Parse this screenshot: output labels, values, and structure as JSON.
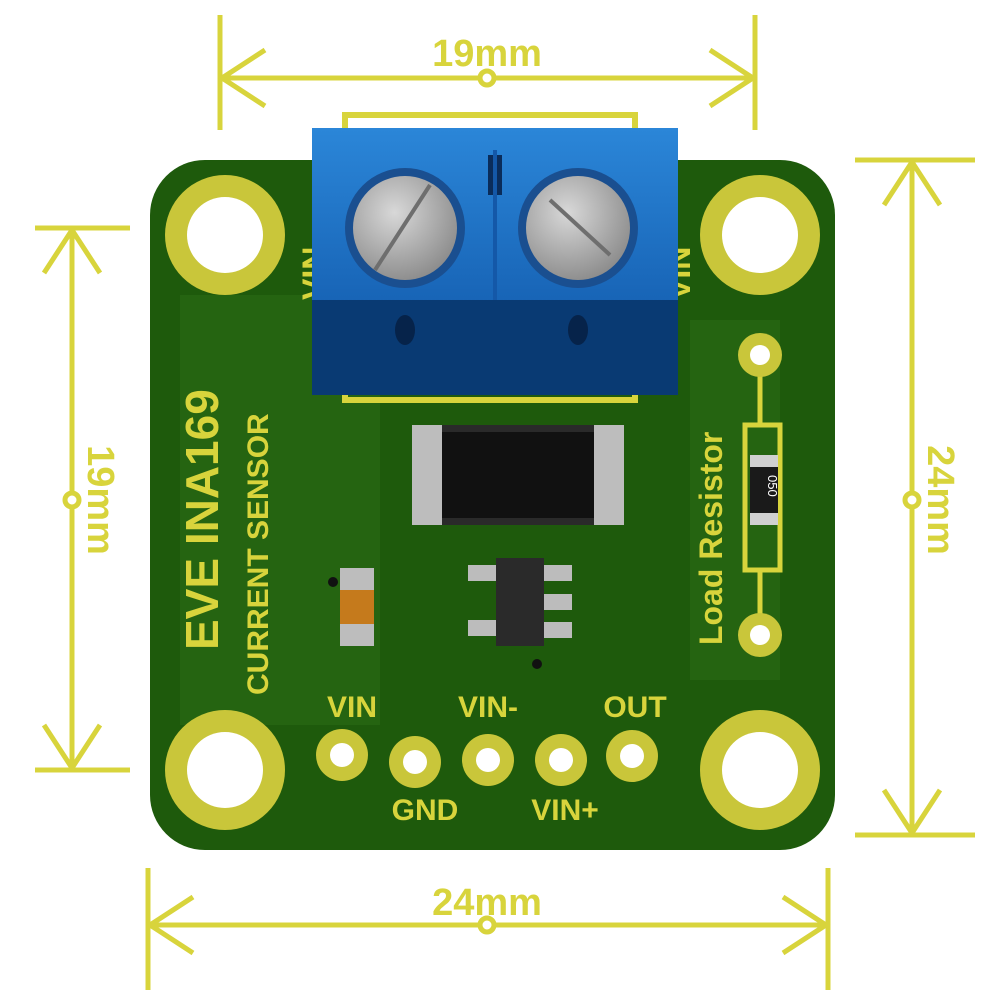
{
  "dimensions": {
    "top_width": "19mm",
    "bottom_width": "24mm",
    "left_height": "19mm",
    "right_height": "24mm"
  },
  "board": {
    "title": "EVE INA169",
    "subtitle": "CURRENT SENSOR",
    "terminal_left_label": "VIN",
    "terminal_right_label": "VIN",
    "load_resistor_label": "Load Resistor",
    "resistor_marking": "050"
  },
  "pins": {
    "top_labels": [
      "VIN",
      "VIN-",
      "OUT"
    ],
    "bottom_labels": [
      "GND",
      "VIN+"
    ]
  },
  "colors": {
    "pcb": "#1e5a0c",
    "silkscreen": "#d8d43c",
    "terminal_block": "#1f73c8",
    "pad": "#c9c63a"
  }
}
